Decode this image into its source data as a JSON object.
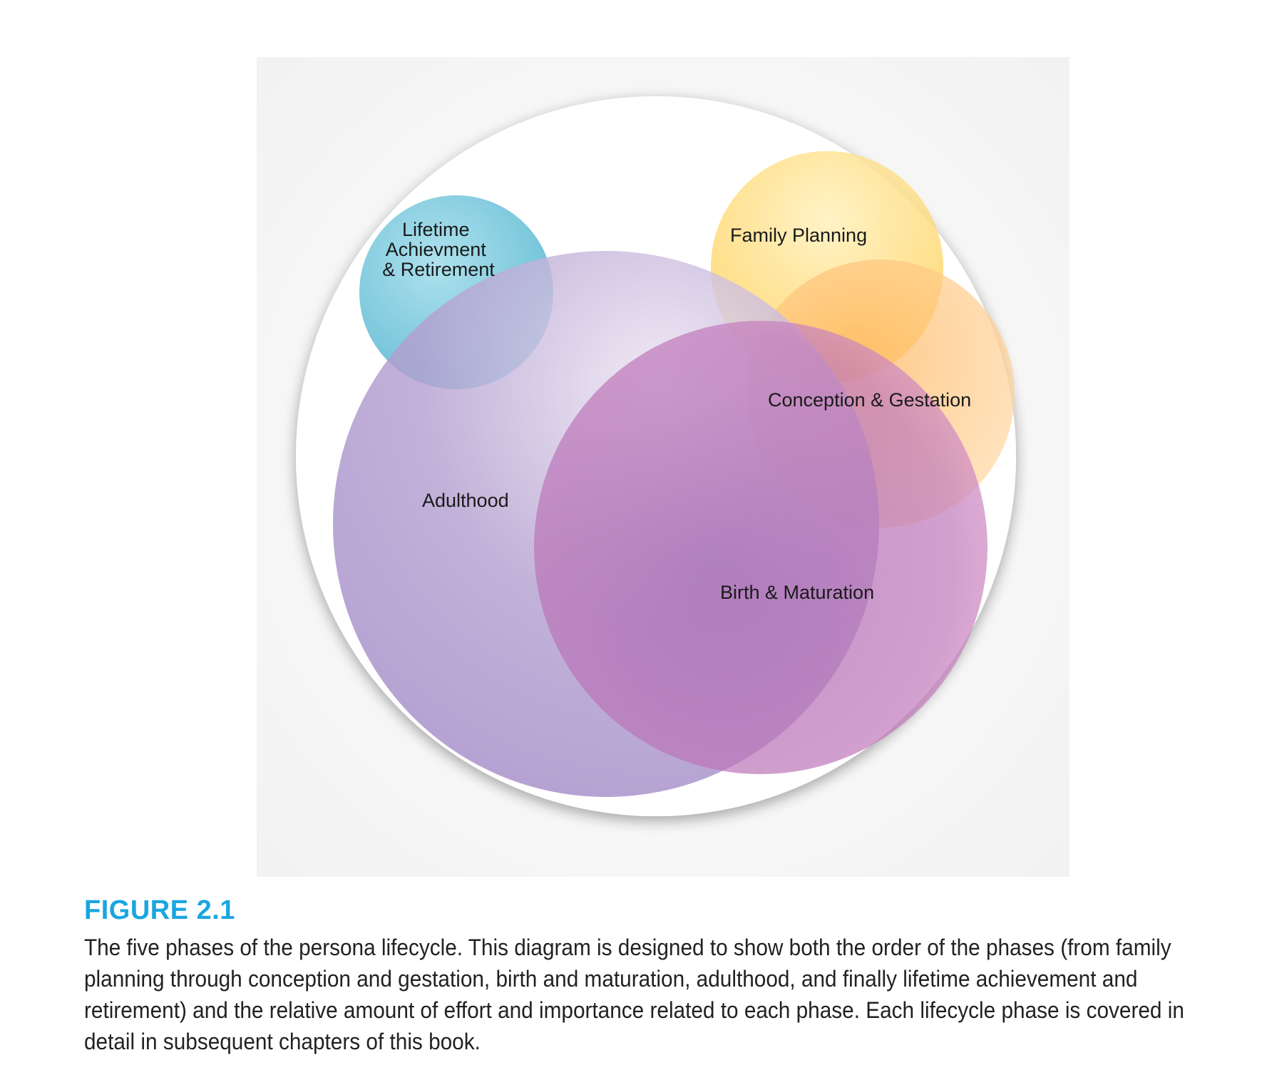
{
  "diagram": {
    "phases": [
      {
        "key": "lifetime",
        "label_lines": [
          "Lifetime",
          "Achievment",
          "& Retirement"
        ],
        "color": "#6ec8dc"
      },
      {
        "key": "family",
        "label_lines": [
          "Family Planning"
        ],
        "color": "#ffd35c"
      },
      {
        "key": "conception",
        "label_lines": [
          "Conception & Gestation"
        ],
        "color": "#ffa94a"
      },
      {
        "key": "adulthood",
        "label_lines": [
          "Adulthood"
        ],
        "color": "#a78bc6"
      },
      {
        "key": "birth",
        "label_lines": [
          "Birth & Maturation"
        ],
        "color": "#b56fb3"
      }
    ]
  },
  "caption": {
    "figure_number": "FIGURE 2.1",
    "text": "The five phases of the persona lifecycle. This diagram is designed to show both the order of the phases (from family planning through conception and gestation, birth and maturation, adulthood, and finally lifetime achievement and retirement) and the relative amount of effort and importance related to each phase. Each lifecycle phase is covered in detail in subsequent chapters of this book."
  }
}
